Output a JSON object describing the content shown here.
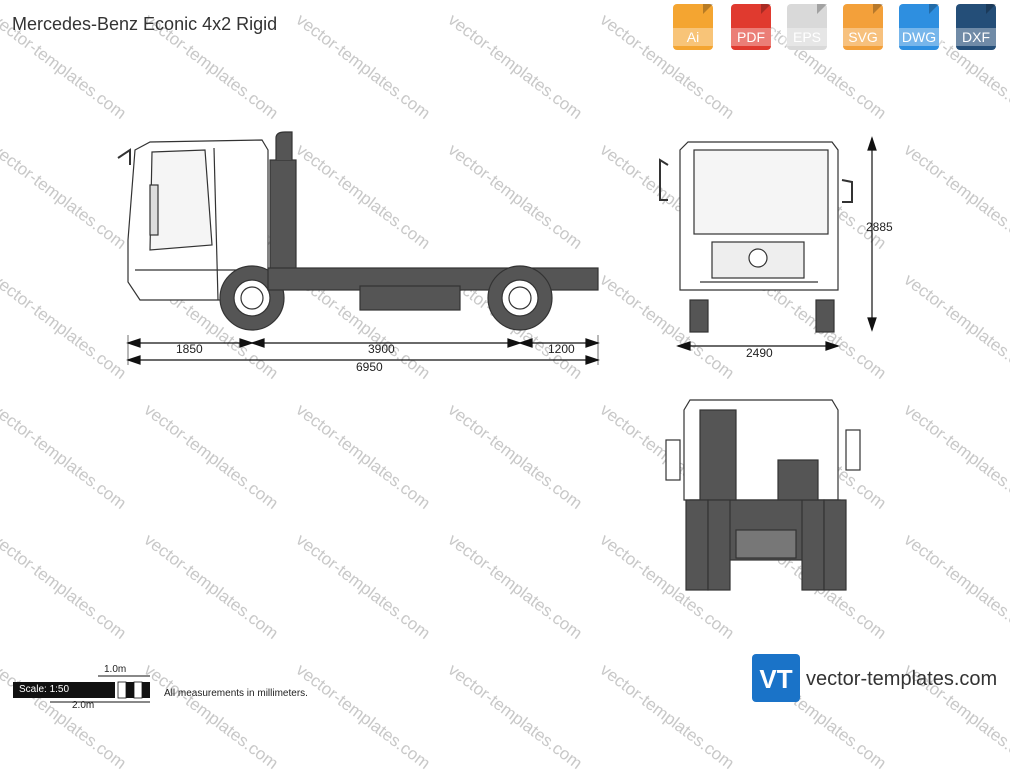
{
  "title": "Mercedes-Benz Econic 4x2 Rigid",
  "watermark": "vector-templates.com",
  "formats": [
    {
      "label": "Ai",
      "color": "#f4a531"
    },
    {
      "label": "PDF",
      "color": "#e03a2f"
    },
    {
      "label": "EPS",
      "color": "#d9d9d9"
    },
    {
      "label": "SVG",
      "color": "#f3a03a"
    },
    {
      "label": "DWG",
      "color": "#2e8fe0"
    },
    {
      "label": "DXF",
      "color": "#244e78"
    }
  ],
  "dimensions": {
    "front_overhang": "1850",
    "wheelbase": "3900",
    "rear_overhang": "1200",
    "total_length": "6950",
    "height": "2885",
    "width": "2490"
  },
  "scale": {
    "label": "Scale: 1:50",
    "small": "1.0m",
    "large": "2.0m"
  },
  "note": "All measurements in millimeters.",
  "brand": {
    "logo_text": "VT",
    "site": "vector-templates.com",
    "color": "#1a73c8"
  }
}
